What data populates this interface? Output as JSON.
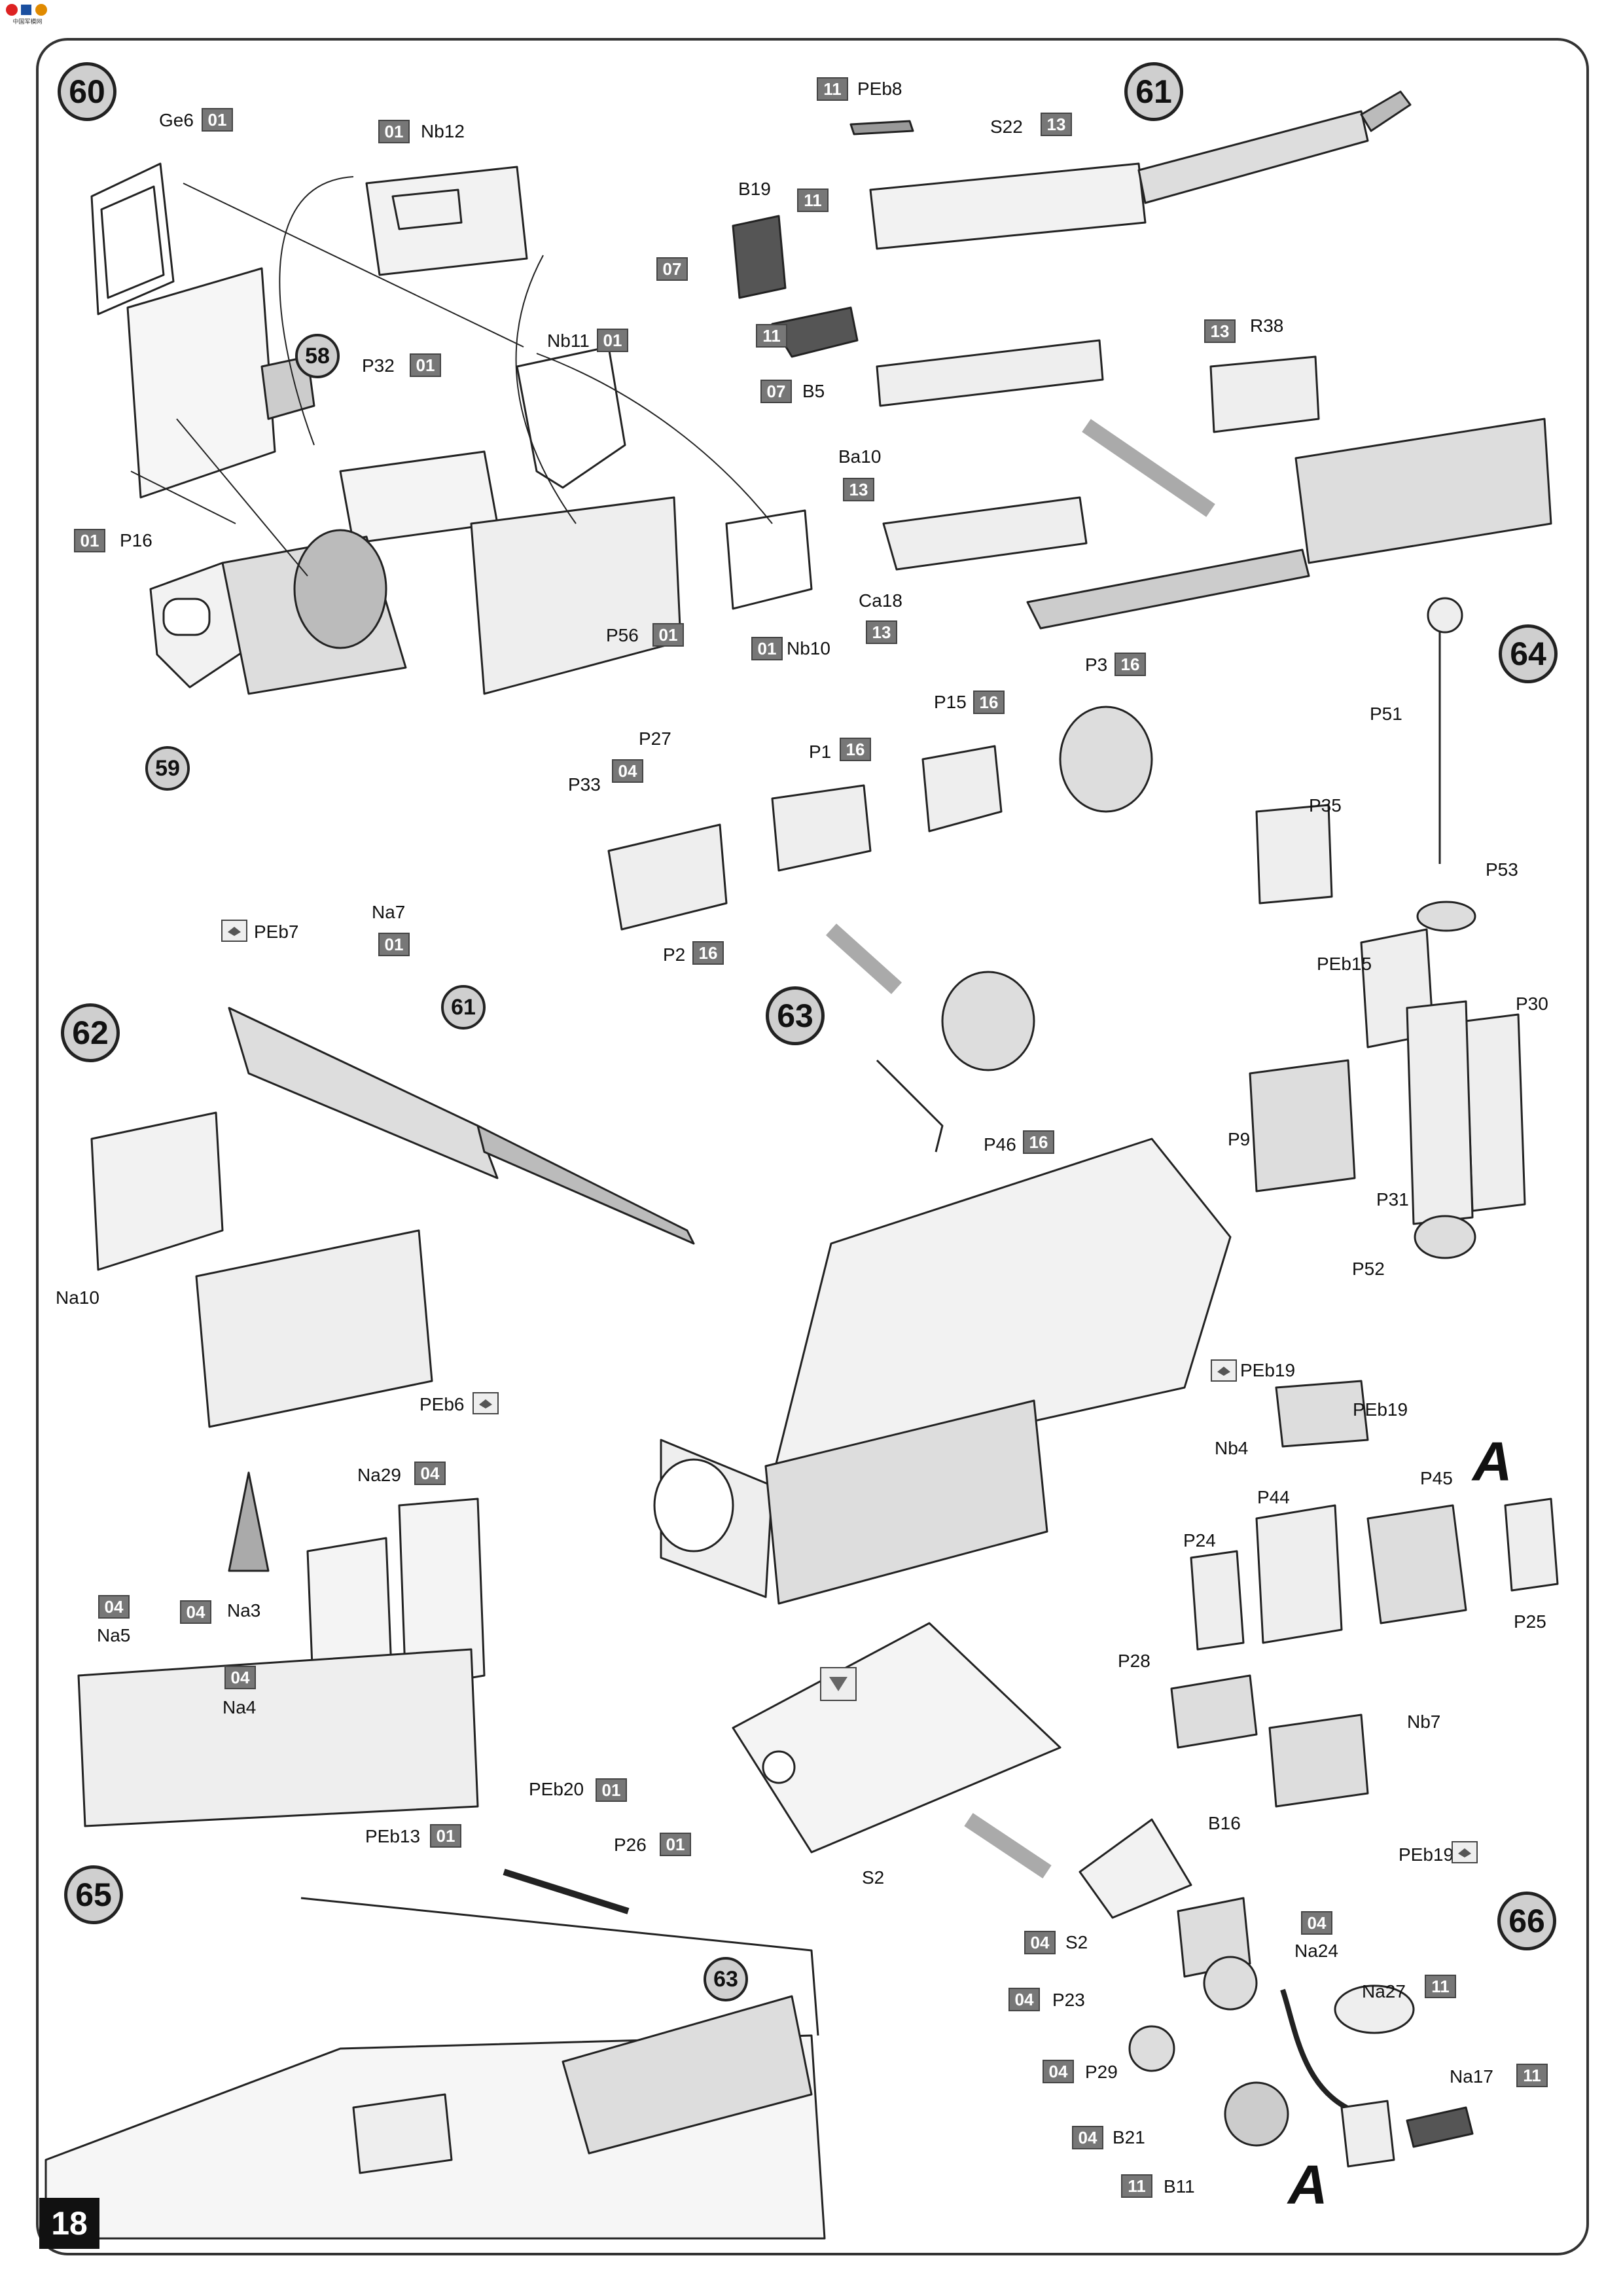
{
  "page_number": "18",
  "logo_text": "中国军模网",
  "assembly_marker": "A",
  "steps": [
    "60",
    "61",
    "62",
    "63",
    "64",
    "65",
    "66"
  ],
  "sub_assembly_refs": [
    "58",
    "59",
    "61",
    "63"
  ],
  "parts": [
    {
      "id": "Ge6",
      "sprue": "01"
    },
    {
      "id": "Nb12",
      "sprue": "01"
    },
    {
      "id": "Nb11",
      "sprue": "01"
    },
    {
      "id": "P32",
      "sprue": "01"
    },
    {
      "id": "P16",
      "sprue": "01"
    },
    {
      "id": "P56",
      "sprue": "01"
    },
    {
      "id": "Nb10",
      "sprue": "01"
    },
    {
      "id": "P27",
      "sprue": ""
    },
    {
      "id": "P33",
      "sprue": "04"
    },
    {
      "id": "PEb8",
      "sprue": "11"
    },
    {
      "id": "S22",
      "sprue": "13"
    },
    {
      "id": "B19",
      "sprue": "11"
    },
    {
      "id": "B19",
      "sprue": "07"
    },
    {
      "id": "B5",
      "sprue": "11"
    },
    {
      "id": "B5",
      "sprue": "07"
    },
    {
      "id": "Ba10",
      "sprue": "13"
    },
    {
      "id": "Ca18",
      "sprue": "13"
    },
    {
      "id": "R38",
      "sprue": "13"
    },
    {
      "id": "P3",
      "sprue": "16"
    },
    {
      "id": "P15",
      "sprue": "16"
    },
    {
      "id": "P1",
      "sprue": "16"
    },
    {
      "id": "P2",
      "sprue": "16"
    },
    {
      "id": "P46",
      "sprue": "16"
    },
    {
      "id": "Na7",
      "sprue": ""
    },
    {
      "id": "PEb7",
      "sprue": "01"
    },
    {
      "id": "Na10",
      "sprue": ""
    },
    {
      "id": "PEb6",
      "sprue": ""
    },
    {
      "id": "Na29",
      "sprue": "04"
    },
    {
      "id": "Na3",
      "sprue": "04"
    },
    {
      "id": "Na5",
      "sprue": "04"
    },
    {
      "id": "Na4",
      "sprue": "04"
    },
    {
      "id": "PEb20",
      "sprue": "01"
    },
    {
      "id": "PEb13",
      "sprue": "01"
    },
    {
      "id": "P26",
      "sprue": "01"
    },
    {
      "id": "S2",
      "sprue": ""
    },
    {
      "id": "P51",
      "sprue": ""
    },
    {
      "id": "P35",
      "sprue": ""
    },
    {
      "id": "P53",
      "sprue": ""
    },
    {
      "id": "PEb15",
      "sprue": ""
    },
    {
      "id": "P30",
      "sprue": ""
    },
    {
      "id": "P9",
      "sprue": ""
    },
    {
      "id": "P31",
      "sprue": ""
    },
    {
      "id": "P52",
      "sprue": ""
    },
    {
      "id": "PEb19",
      "sprue": ""
    },
    {
      "id": "Nb4",
      "sprue": ""
    },
    {
      "id": "P45",
      "sprue": ""
    },
    {
      "id": "P44",
      "sprue": ""
    },
    {
      "id": "P24",
      "sprue": ""
    },
    {
      "id": "P25",
      "sprue": ""
    },
    {
      "id": "P28",
      "sprue": ""
    },
    {
      "id": "Nb7",
      "sprue": ""
    },
    {
      "id": "B16",
      "sprue": ""
    },
    {
      "id": "S2",
      "sprue": "04"
    },
    {
      "id": "Na24",
      "sprue": "04"
    },
    {
      "id": "P23",
      "sprue": "04"
    },
    {
      "id": "Na27",
      "sprue": "11"
    },
    {
      "id": "P29",
      "sprue": "04"
    },
    {
      "id": "Na17",
      "sprue": "11"
    },
    {
      "id": "B21",
      "sprue": "04"
    },
    {
      "id": "B11",
      "sprue": "11"
    }
  ]
}
